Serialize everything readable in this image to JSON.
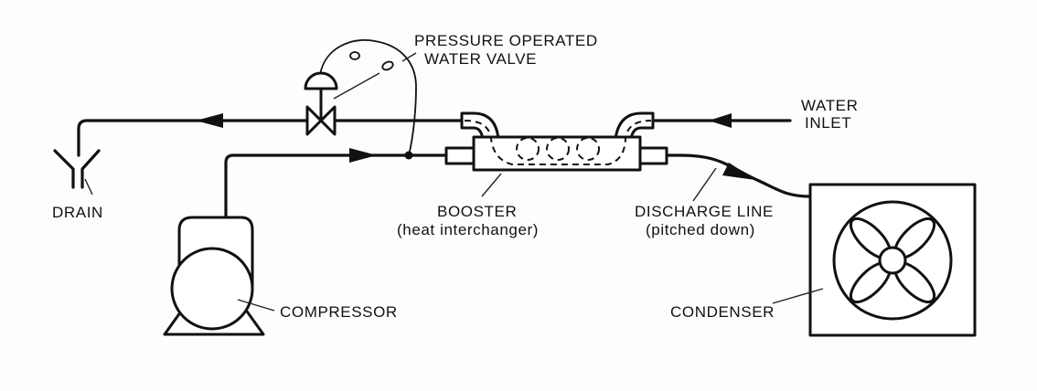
{
  "diagram": {
    "labels": {
      "valve_line1": "PRESSURE OPERATED",
      "valve_line2": "WATER VALVE",
      "water_inlet_line1": "WATER",
      "water_inlet_line2": "INLET",
      "drain": "DRAIN",
      "booster_line1": "BOOSTER",
      "booster_line2": "(heat interchanger)",
      "discharge_line1": "DISCHARGE LINE",
      "discharge_line2": "(pitched down)",
      "compressor": "COMPRESSOR",
      "condenser": "CONDENSER"
    },
    "components": [
      {
        "id": "pressure-operated-water-valve",
        "icon": "valve-icon"
      },
      {
        "id": "booster-heat-interchanger",
        "icon": "heat-exchanger-icon"
      },
      {
        "id": "compressor",
        "icon": "compressor-icon"
      },
      {
        "id": "condenser",
        "icon": "fan-icon"
      },
      {
        "id": "drain",
        "icon": "drain-funnel-icon"
      }
    ],
    "colors": {
      "ink": "#111111",
      "paper": "#fdfdfd"
    }
  }
}
